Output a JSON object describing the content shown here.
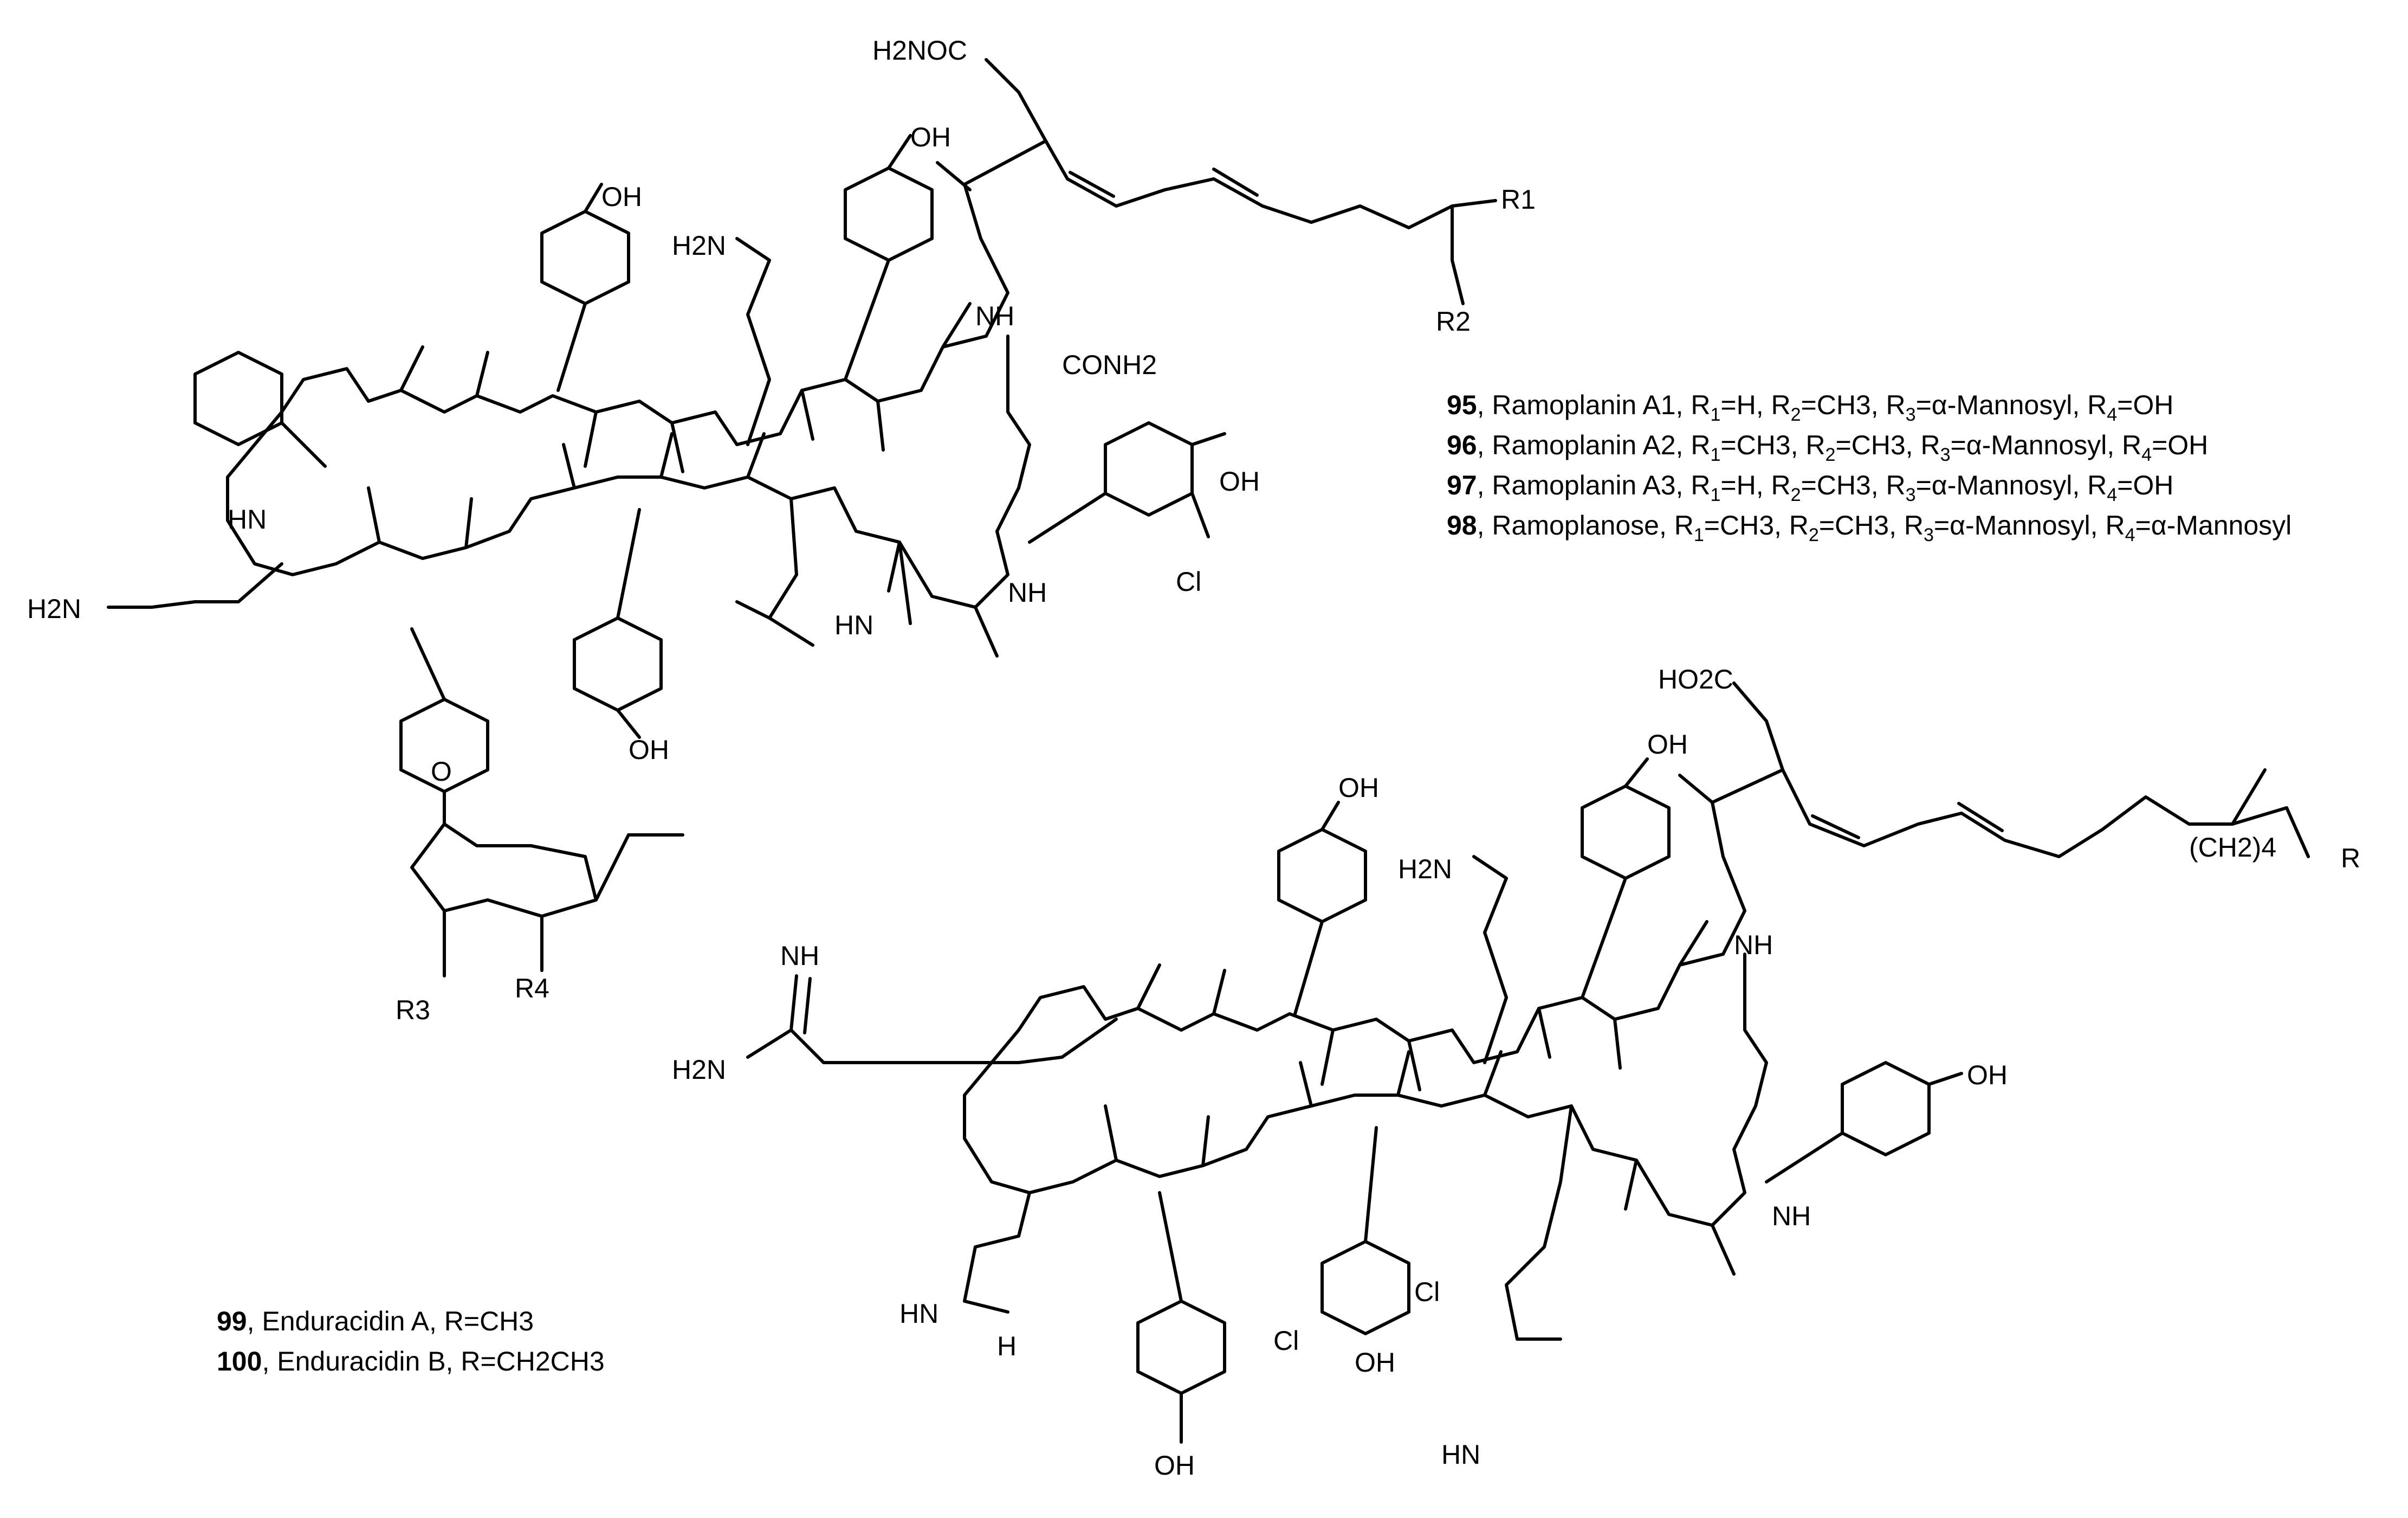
{
  "ramoplanin_legend": [
    {
      "number": "95",
      "name": "Ramoplanin A1",
      "r1": "H",
      "r2": "CH3",
      "r3": "α-Mannosyl",
      "r4": "OH"
    },
    {
      "number": "96",
      "name": "Ramoplanin A2",
      "r1": "CH3",
      "r2": "CH3",
      "r3": "α-Mannosyl",
      "r4": "OH"
    },
    {
      "number": "97",
      "name": "Ramoplanin A3",
      "r1": "H",
      "r2": "CH3",
      "r3": "α-Mannosyl",
      "r4": "OH"
    },
    {
      "number": "98",
      "name": "Ramoplanose",
      "r1": "CH3",
      "r2": "CH3",
      "r3": "α-Mannosyl",
      "r4": "α-Mannosyl"
    }
  ],
  "enduracidin_legend": [
    {
      "number": "99",
      "name": "Enduracidin A",
      "r": "CH3"
    },
    {
      "number": "100",
      "name": "Enduracidin B",
      "r": "CH2CH3"
    }
  ],
  "ramoplanin_structure_labels": {
    "amide_top": "H2NOC",
    "r1": "R1",
    "r2": "R2",
    "oh_1": "OH",
    "oh_2": "OH",
    "oh_3": "OH",
    "oh_4": "OH",
    "h2n_side": "H2N",
    "h2n_left": "H2N",
    "conh2": "CONH2",
    "cl": "Cl",
    "nh": "NH",
    "hn": "HN",
    "o": "O",
    "r3": "R3",
    "r4": "R4"
  },
  "enduracidin_structure_labels": {
    "acid_top": "HO2C",
    "chain": "(CH2)4",
    "r": "R",
    "h2n_guan": "H2N",
    "nh_guan": "NH",
    "h2n_side": "H2N",
    "cl_1": "Cl",
    "cl_2": "Cl",
    "oh": "OH",
    "hn_imine": "HN",
    "nh": "NH",
    "h": "H"
  }
}
